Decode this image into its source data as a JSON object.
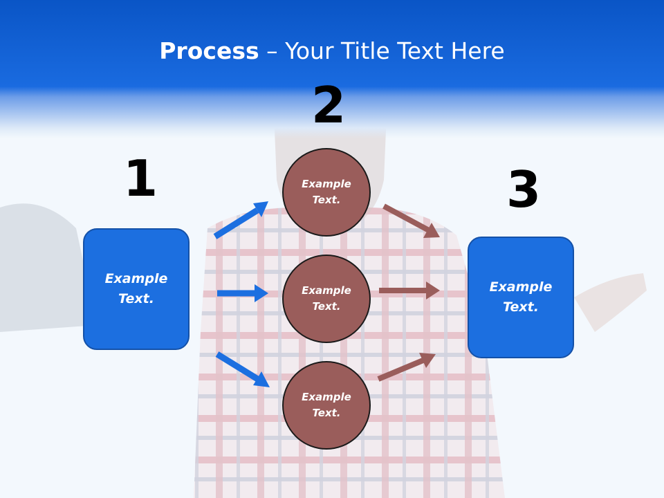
{
  "slide": {
    "title_bold": "Process",
    "title_rest": " – Your Title Text Here",
    "steps": [
      {
        "number": "1",
        "text_line1": "Example",
        "text_line2": "Text."
      },
      {
        "number": "2",
        "text_line1": "Example",
        "text_line2": "Text."
      },
      {
        "number": "3",
        "text_line1": "Example",
        "text_line2": "Text."
      }
    ],
    "circles": [
      {
        "text_line1": "Example",
        "text_line2": "Text."
      },
      {
        "text_line1": "Example",
        "text_line2": "Text."
      },
      {
        "text_line1": "Example",
        "text_line2": "Text."
      }
    ]
  },
  "colors": {
    "header": "#1a6be0",
    "box": "#1c6fe0",
    "circle": "#9a5d5b",
    "blue_arrow": "#1c6fe0",
    "brown_arrow": "#9a5d5b"
  }
}
